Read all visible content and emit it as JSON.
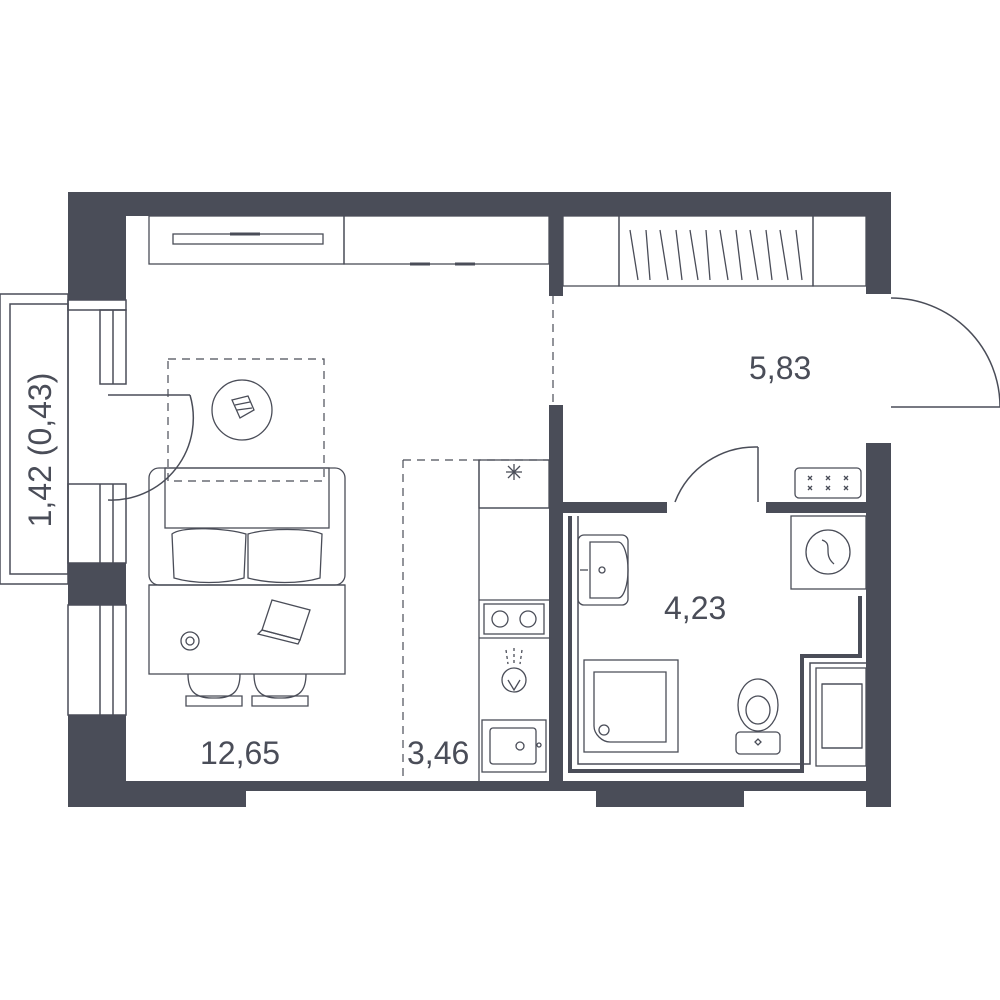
{
  "colors": {
    "wall": "#4a4d58",
    "line": "#4a4d58",
    "background": "#ffffff"
  },
  "rooms": {
    "living": {
      "area": "12,65"
    },
    "kitchen": {
      "area": "3,46"
    },
    "hallway": {
      "area": "5,83"
    },
    "bathroom": {
      "area": "4,23"
    },
    "balcony": {
      "area": "1,42 (0,43)"
    }
  },
  "icons": [
    "tv-icon",
    "rug-icon",
    "sofa-icon",
    "desk-icon",
    "laptop-icon",
    "lamp-icon",
    "chair-icon",
    "snowflake-icon",
    "hob-icon",
    "kitchen-sink-icon",
    "washbasin-icon",
    "shower-tray-icon",
    "toilet-icon",
    "washing-machine-icon",
    "heater-icon",
    "wardrobe-icon",
    "shelf-icon"
  ]
}
